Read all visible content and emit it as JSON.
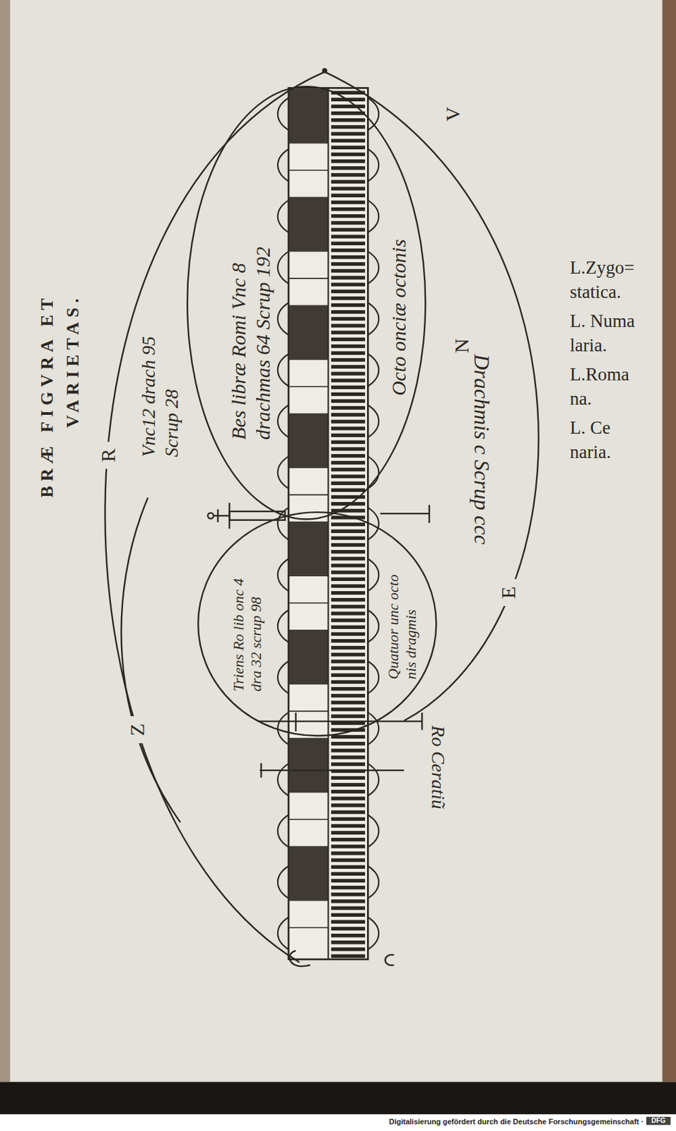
{
  "diagram": {
    "title": "BRÆ FIGVRA ET VARIETAS.",
    "nodes": [
      {
        "text": [
          "Vnc12 drach 95 Scrup 28",
          "Drachmis c Scrup ccc"
        ]
      },
      {
        "text": [
          "Bes libræ Romi Vnc 8 drachmas 64 Scrup 192",
          "Octo onciæ octonis"
        ],
        "in": 0
      },
      {
        "text": [
          "Triens Ro lib onc 4 dra 32 scrup 98",
          "Quatuor unc octo nis dragmis"
        ],
        "in": 0
      }
    ],
    "labels": [
      "V",
      "N",
      "E",
      "R",
      "Z",
      "Ro Ceratiũ",
      "L.Zygo= statica.",
      "L. Numa laria.",
      "L.Roma na.",
      "L. Ce naria.",
      "Digitalisierung gefördert durch die Deutsche Forschungsgemeinschaft ·",
      "DFG"
    ]
  }
}
